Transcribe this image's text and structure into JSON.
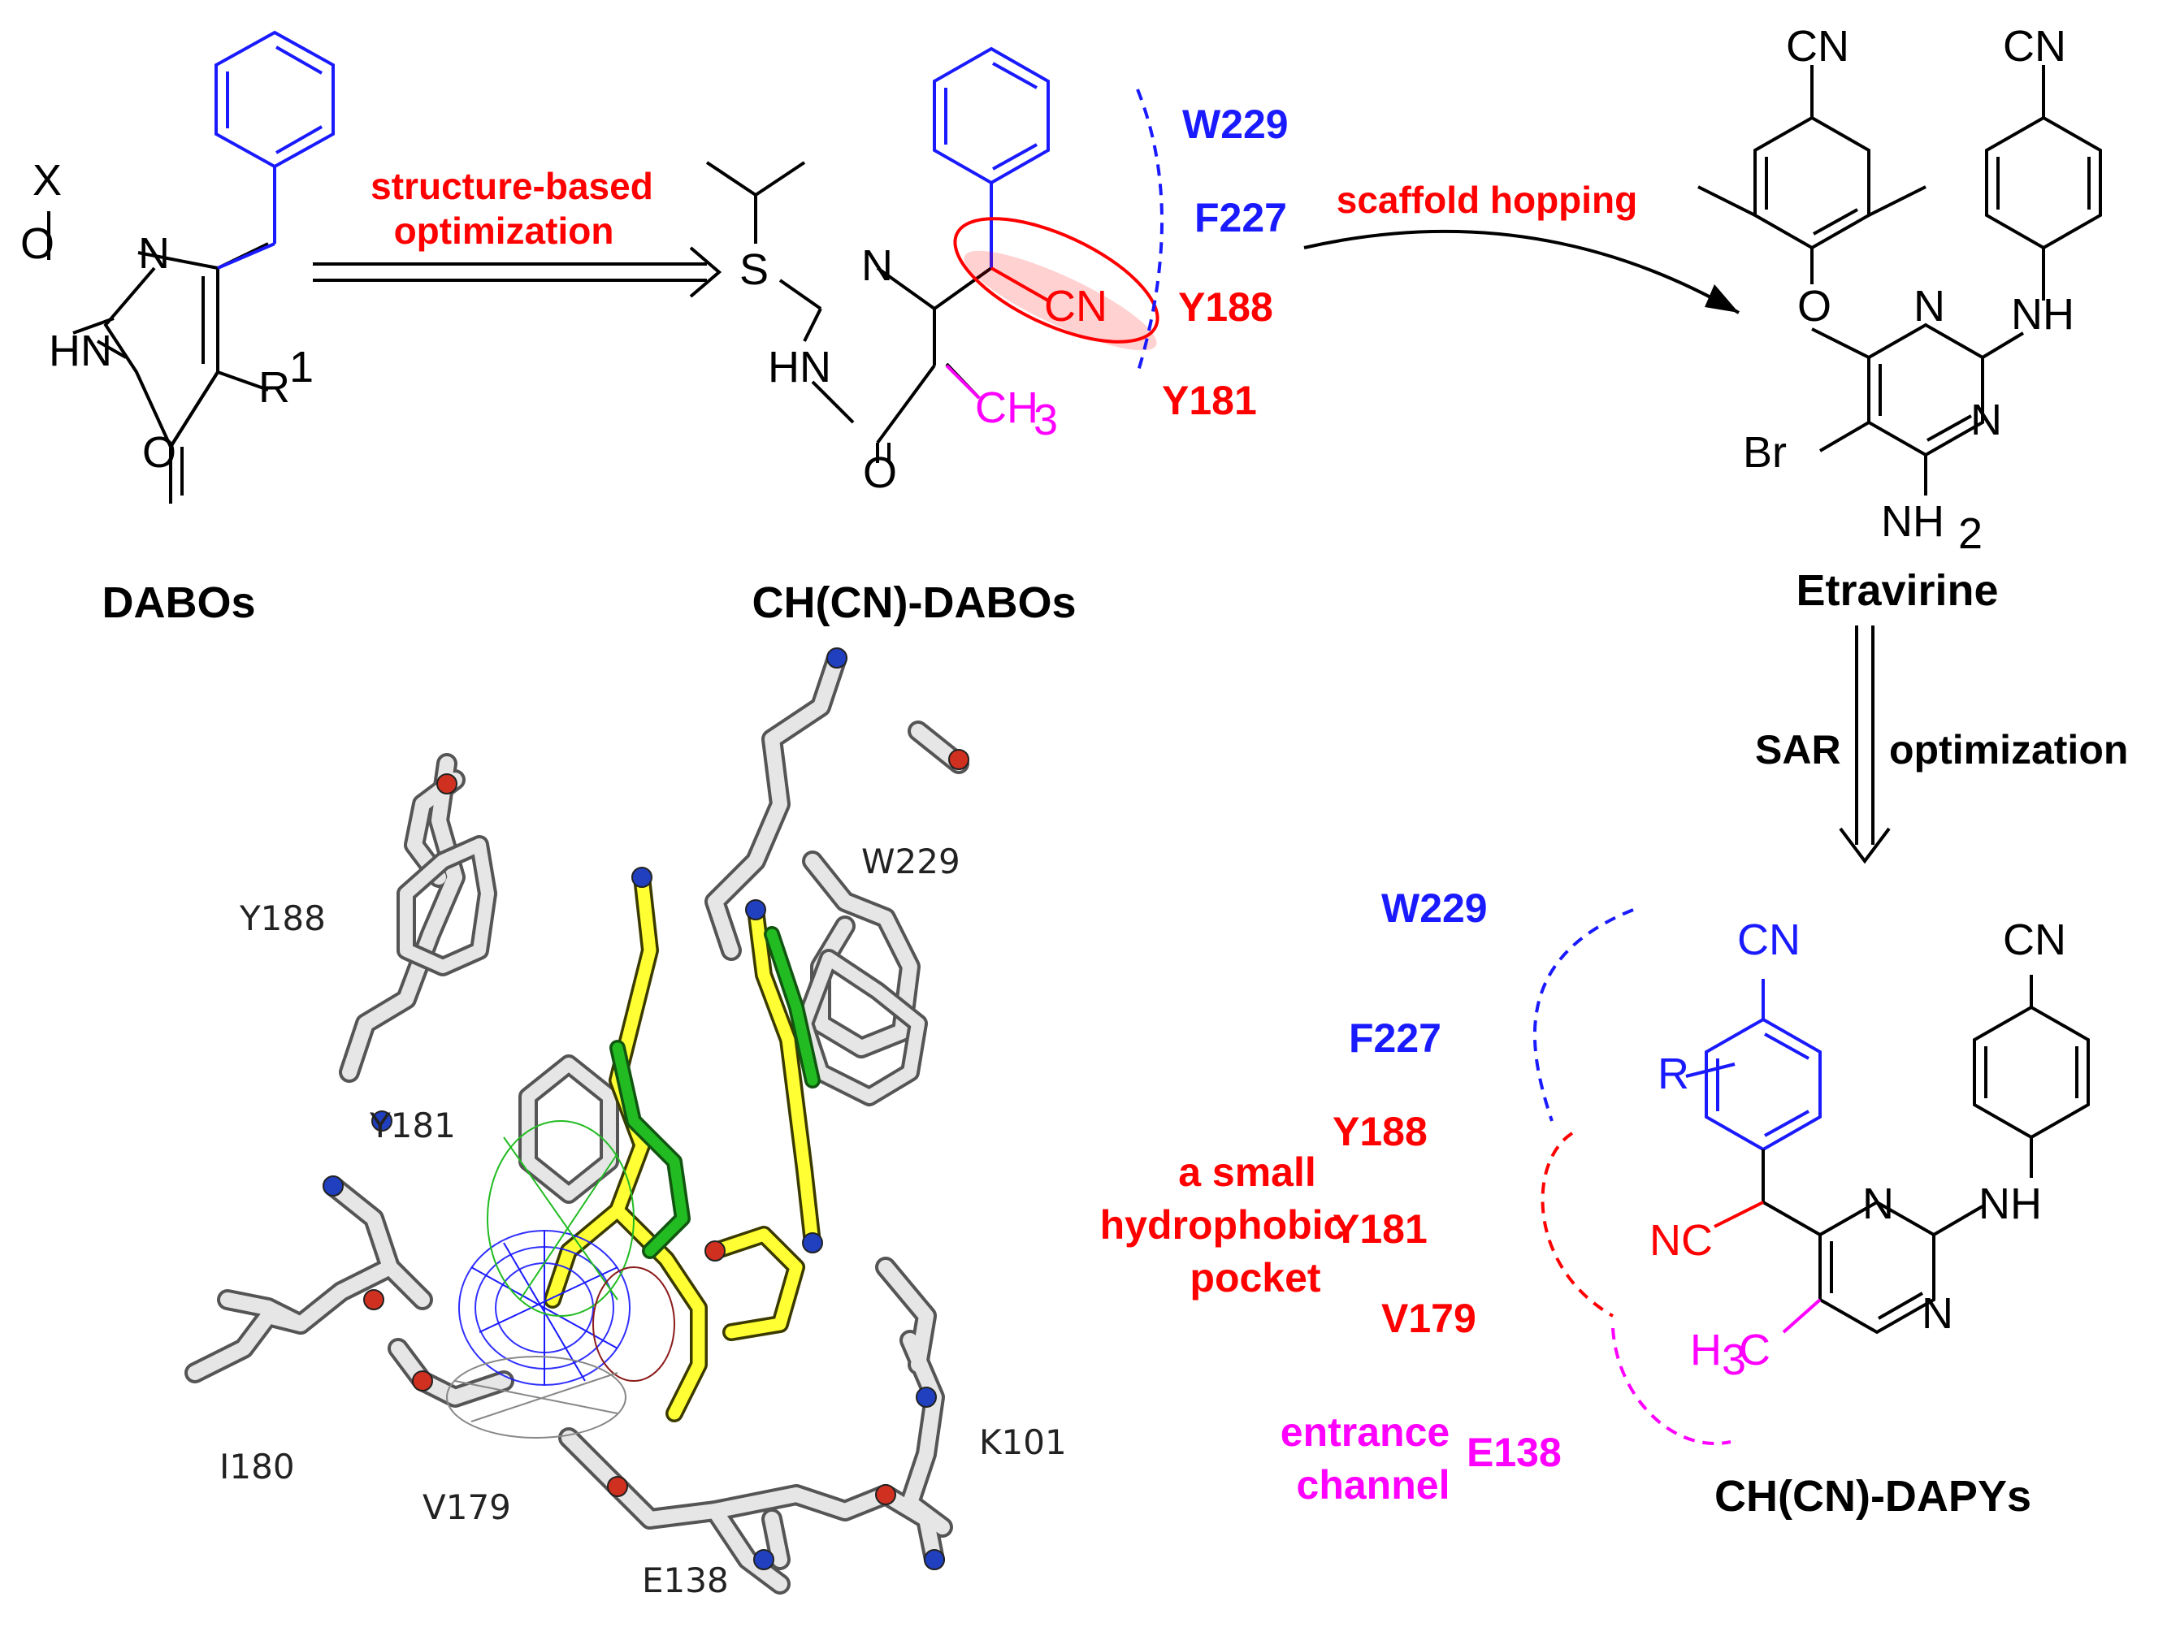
{
  "colors": {
    "black": "#000000",
    "blue": "#1a1aff",
    "red": "#ff0000",
    "magenta": "#ff00ff",
    "stick_gray": "#e6e6e6",
    "yellow": "#ffff00",
    "green": "#22bb22"
  },
  "dabos": {
    "label": "DABOs",
    "atoms": {
      "x": "X",
      "o": "O",
      "n": "N",
      "hn": "HN",
      "o2": "O",
      "r": "R",
      "r_sup": "1"
    }
  },
  "arrow1": {
    "line1": "structure-based",
    "line2": "optimization"
  },
  "chcn_dabos": {
    "label": "CH(CN)-DABOs",
    "atoms": {
      "s": "S",
      "n": "N",
      "hn": "HN",
      "o": "O",
      "cn": "CN",
      "ch3": "CH",
      "ch3_sub": "3"
    }
  },
  "residues_top": [
    "W229",
    "F227",
    "Y188",
    "Y181"
  ],
  "arrow2": {
    "label": "scaffold hopping"
  },
  "etravirine": {
    "label": "Etravirine",
    "atoms": {
      "cn1": "CN",
      "cn2": "CN",
      "o": "O",
      "n1": "N",
      "n2": "N",
      "nh": "NH",
      "br": "Br",
      "nh2": "NH",
      "nh2_sub": "2"
    }
  },
  "arrow3": {
    "left": "SAR",
    "right": "optimization"
  },
  "chcn_dapys": {
    "label": "CH(CN)-DAPYs",
    "atoms": {
      "cn1": "CN",
      "cn2": "CN",
      "r": "R",
      "nc": "NC",
      "n1": "N",
      "n2": "N",
      "nh": "NH",
      "h3c_h": "H",
      "h3c_sub": "3",
      "h3c_c": "C"
    }
  },
  "residues_bottom": {
    "w229": "W229",
    "f227": "F227",
    "y188": "Y188",
    "y181": "Y181",
    "v179": "V179",
    "e138": "E138",
    "pocket": [
      "a small",
      "hydrophobic",
      "pocket"
    ],
    "channel": [
      "entrance",
      "channel"
    ]
  },
  "structure_labels": [
    "Y188",
    "W229",
    "Y181",
    "I180",
    "V179",
    "E138",
    "K101"
  ]
}
